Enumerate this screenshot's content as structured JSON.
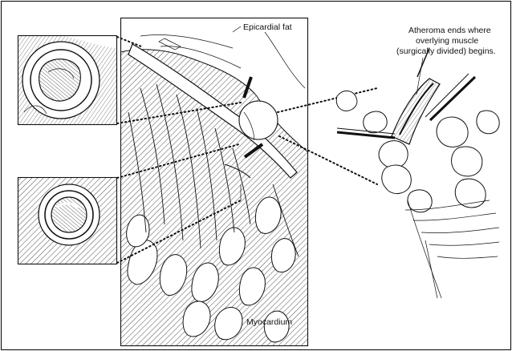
{
  "labels": {
    "epicardial_fat": "Epicardial fat",
    "atheroma_line1": "Atheroma ends where",
    "atheroma_line2": "overlying muscle",
    "atheroma_line3": "(surgically divided) begins.",
    "myocardium": "Myocardium"
  }
}
